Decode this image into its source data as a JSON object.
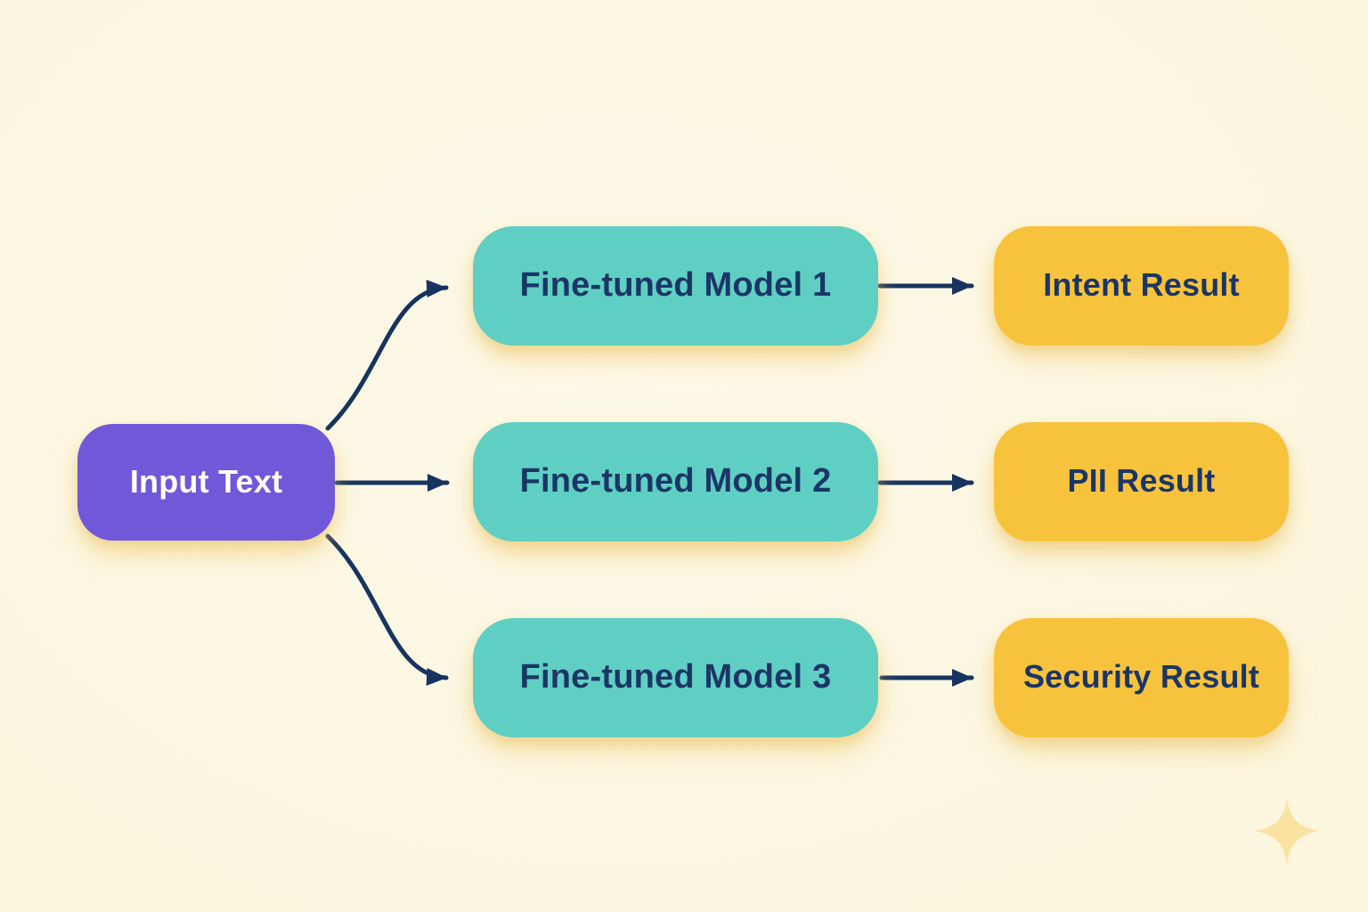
{
  "diagram": {
    "title": "Fine-tuned model fan-out diagram",
    "input": {
      "label": "Input Text"
    },
    "models": [
      {
        "label": "Fine-tuned Model 1"
      },
      {
        "label": "Fine-tuned Model 2"
      },
      {
        "label": "Fine-tuned Model 3"
      }
    ],
    "results": [
      {
        "label": "Intent Result"
      },
      {
        "label": "PII Result"
      },
      {
        "label": "Security Result"
      }
    ],
    "icons": {
      "sparkle": "four-point-star"
    },
    "colors": {
      "background": "#fcf7e2",
      "input_node": "#7158d8",
      "input_text": "#ffffff",
      "model_node": "#60cfc3",
      "result_node": "#f8c33c",
      "node_text": "#1b3666",
      "arrow": "#17335f",
      "glow_shadow": "#eec460",
      "sparkle": "#fae3a1"
    }
  }
}
